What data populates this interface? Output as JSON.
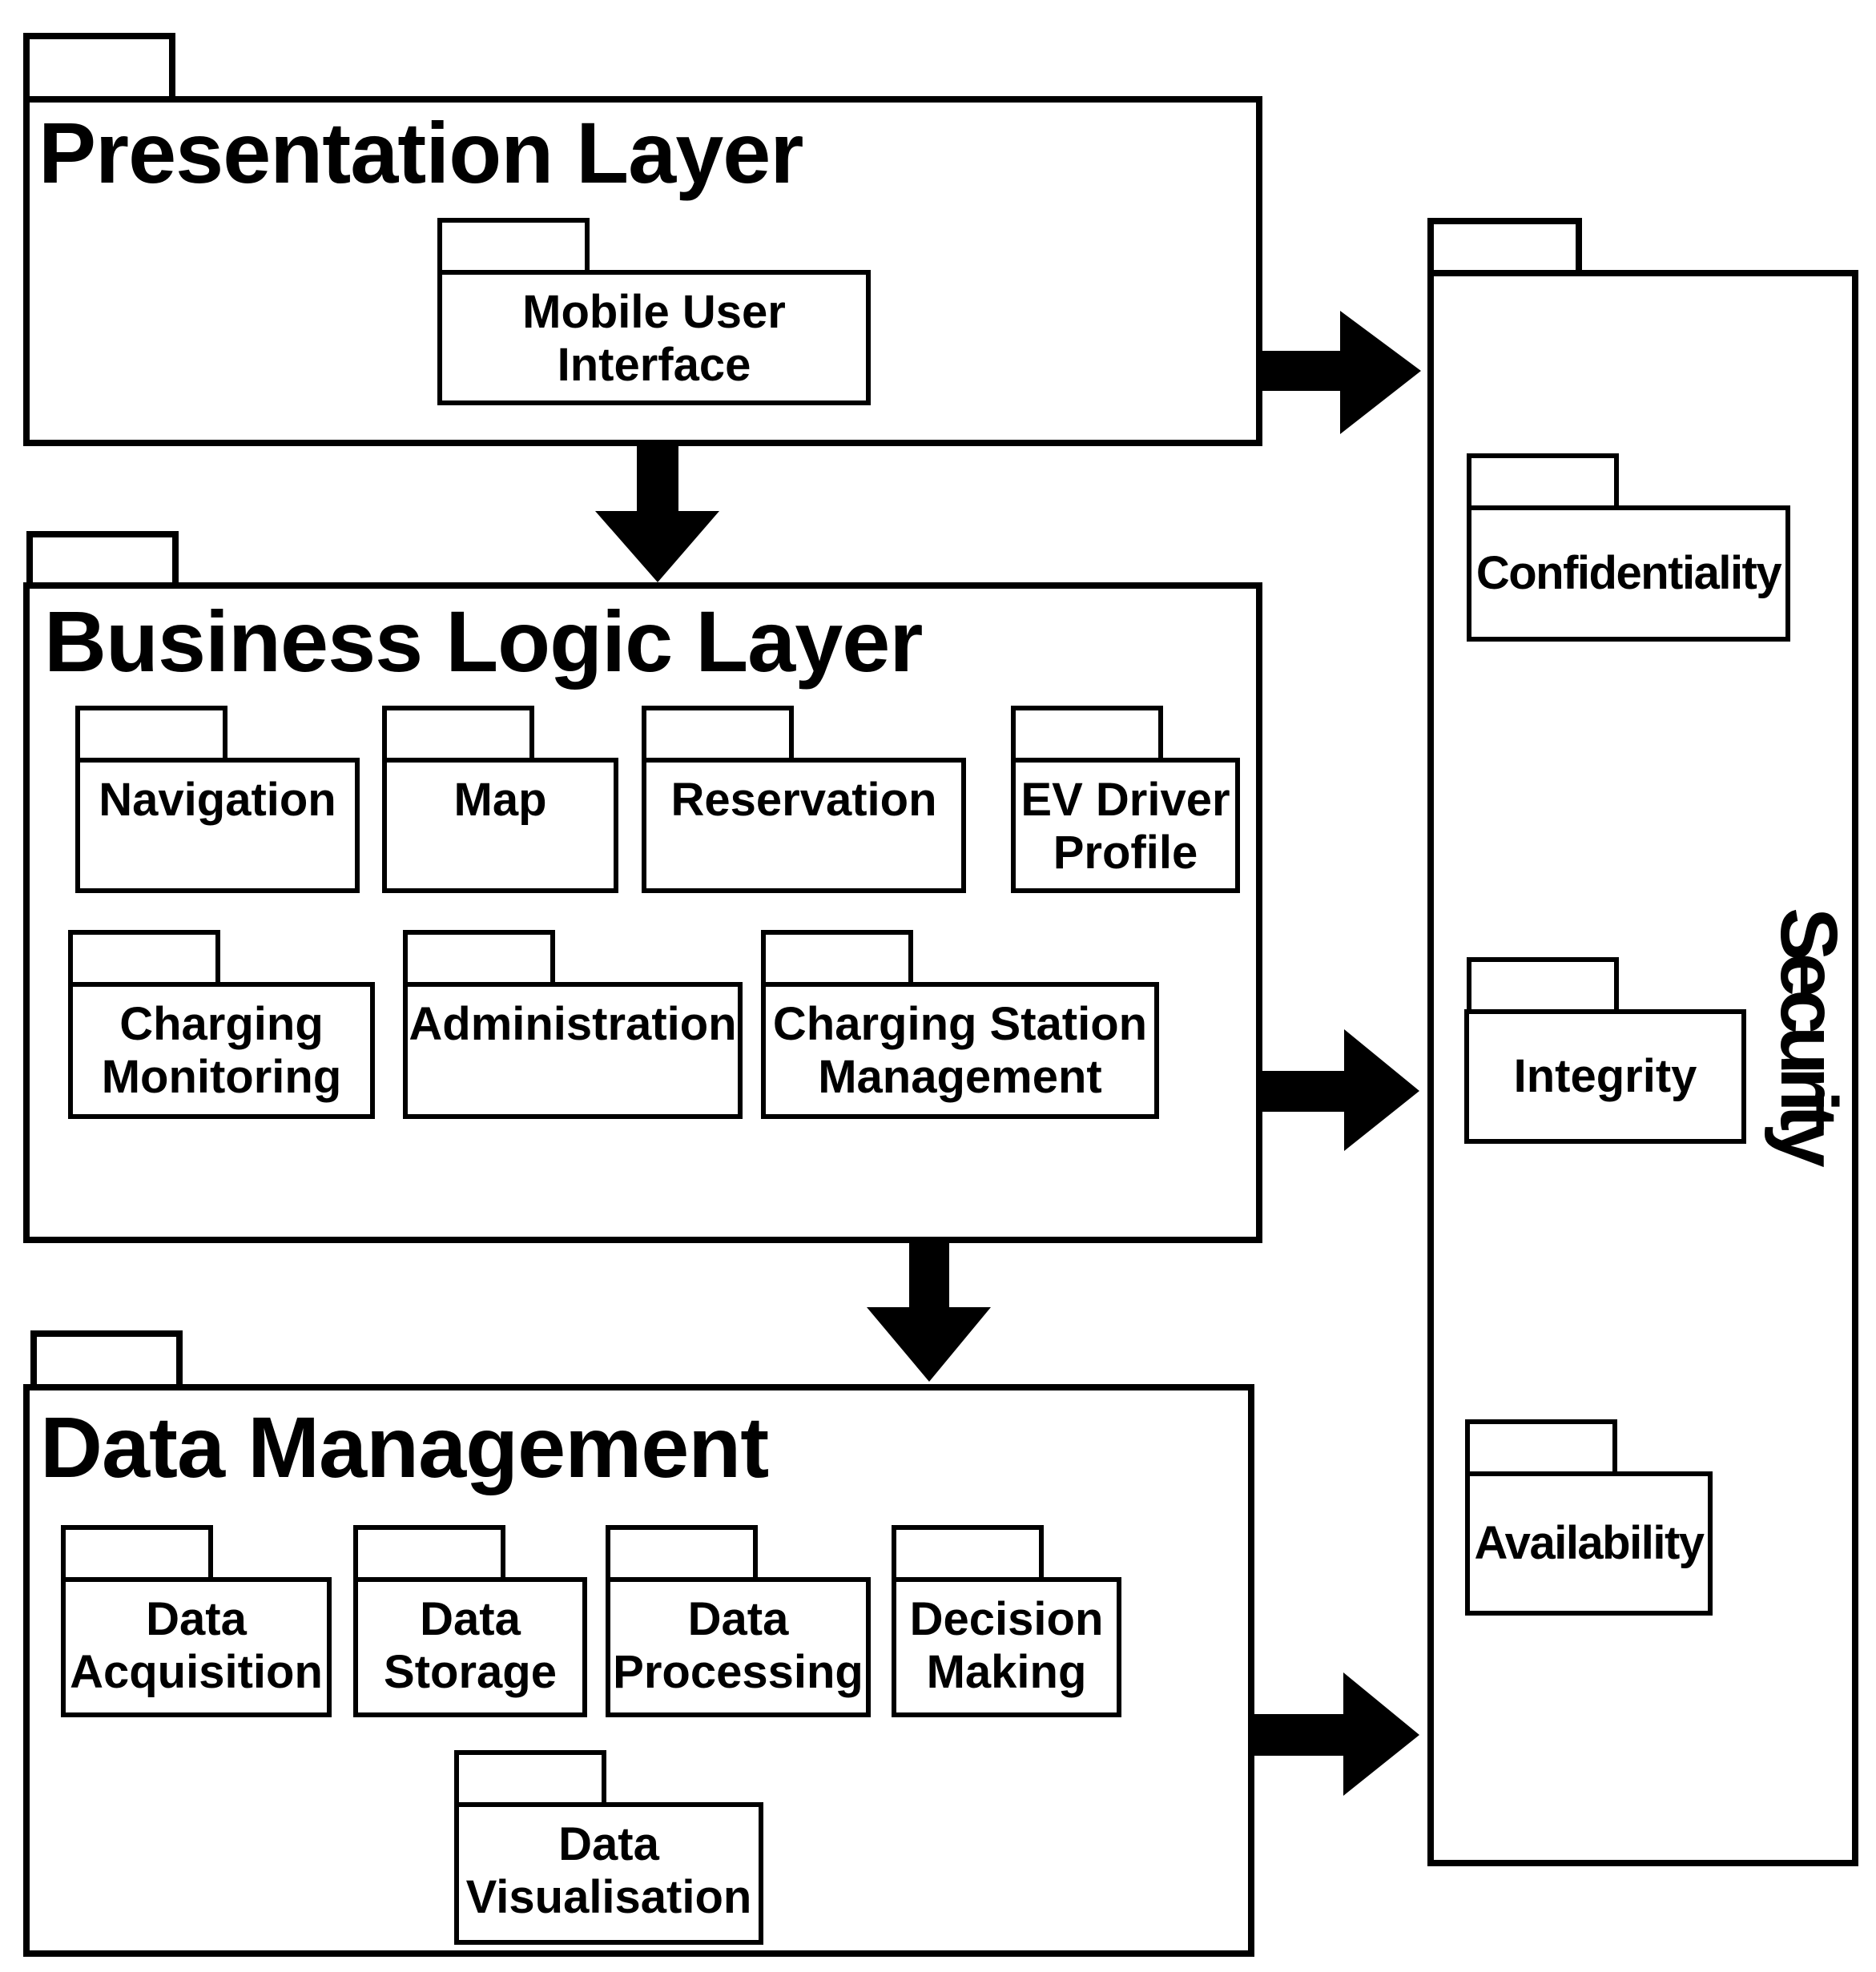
{
  "colors": {
    "ink": "#000000",
    "paper": "#ffffff"
  },
  "layers": {
    "presentation": {
      "title": "Presentation Layer"
    },
    "business": {
      "title": "Business Logic Layer"
    },
    "data": {
      "title": "Data Management"
    },
    "security": {
      "title": "Security"
    }
  },
  "packages": {
    "mobile_user_interface": "Mobile User\nInterface",
    "navigation": "Navigation",
    "map": "Map",
    "reservation": "Reservation",
    "ev_driver_profile": "EV Driver\nProfile",
    "charging_monitoring": "Charging\nMonitoring",
    "administration": "Administration",
    "charging_station_management": "Charging Station\nManagement",
    "data_acquisition": "Data\nAcquisition",
    "data_storage": "Data\nStorage",
    "data_processing": "Data\nProcessing",
    "decision_making": "Decision\nMaking",
    "data_visualisation": "Data\nVisualisation",
    "confidentiality": "Confidentiality",
    "integrity": "Integrity",
    "availability": "Availability"
  },
  "arrows": {
    "presentation_to_business": "down-arrow",
    "business_to_data": "down-arrow",
    "presentation_to_security": "right-arrow",
    "business_to_security": "right-arrow",
    "data_to_security": "right-arrow"
  }
}
